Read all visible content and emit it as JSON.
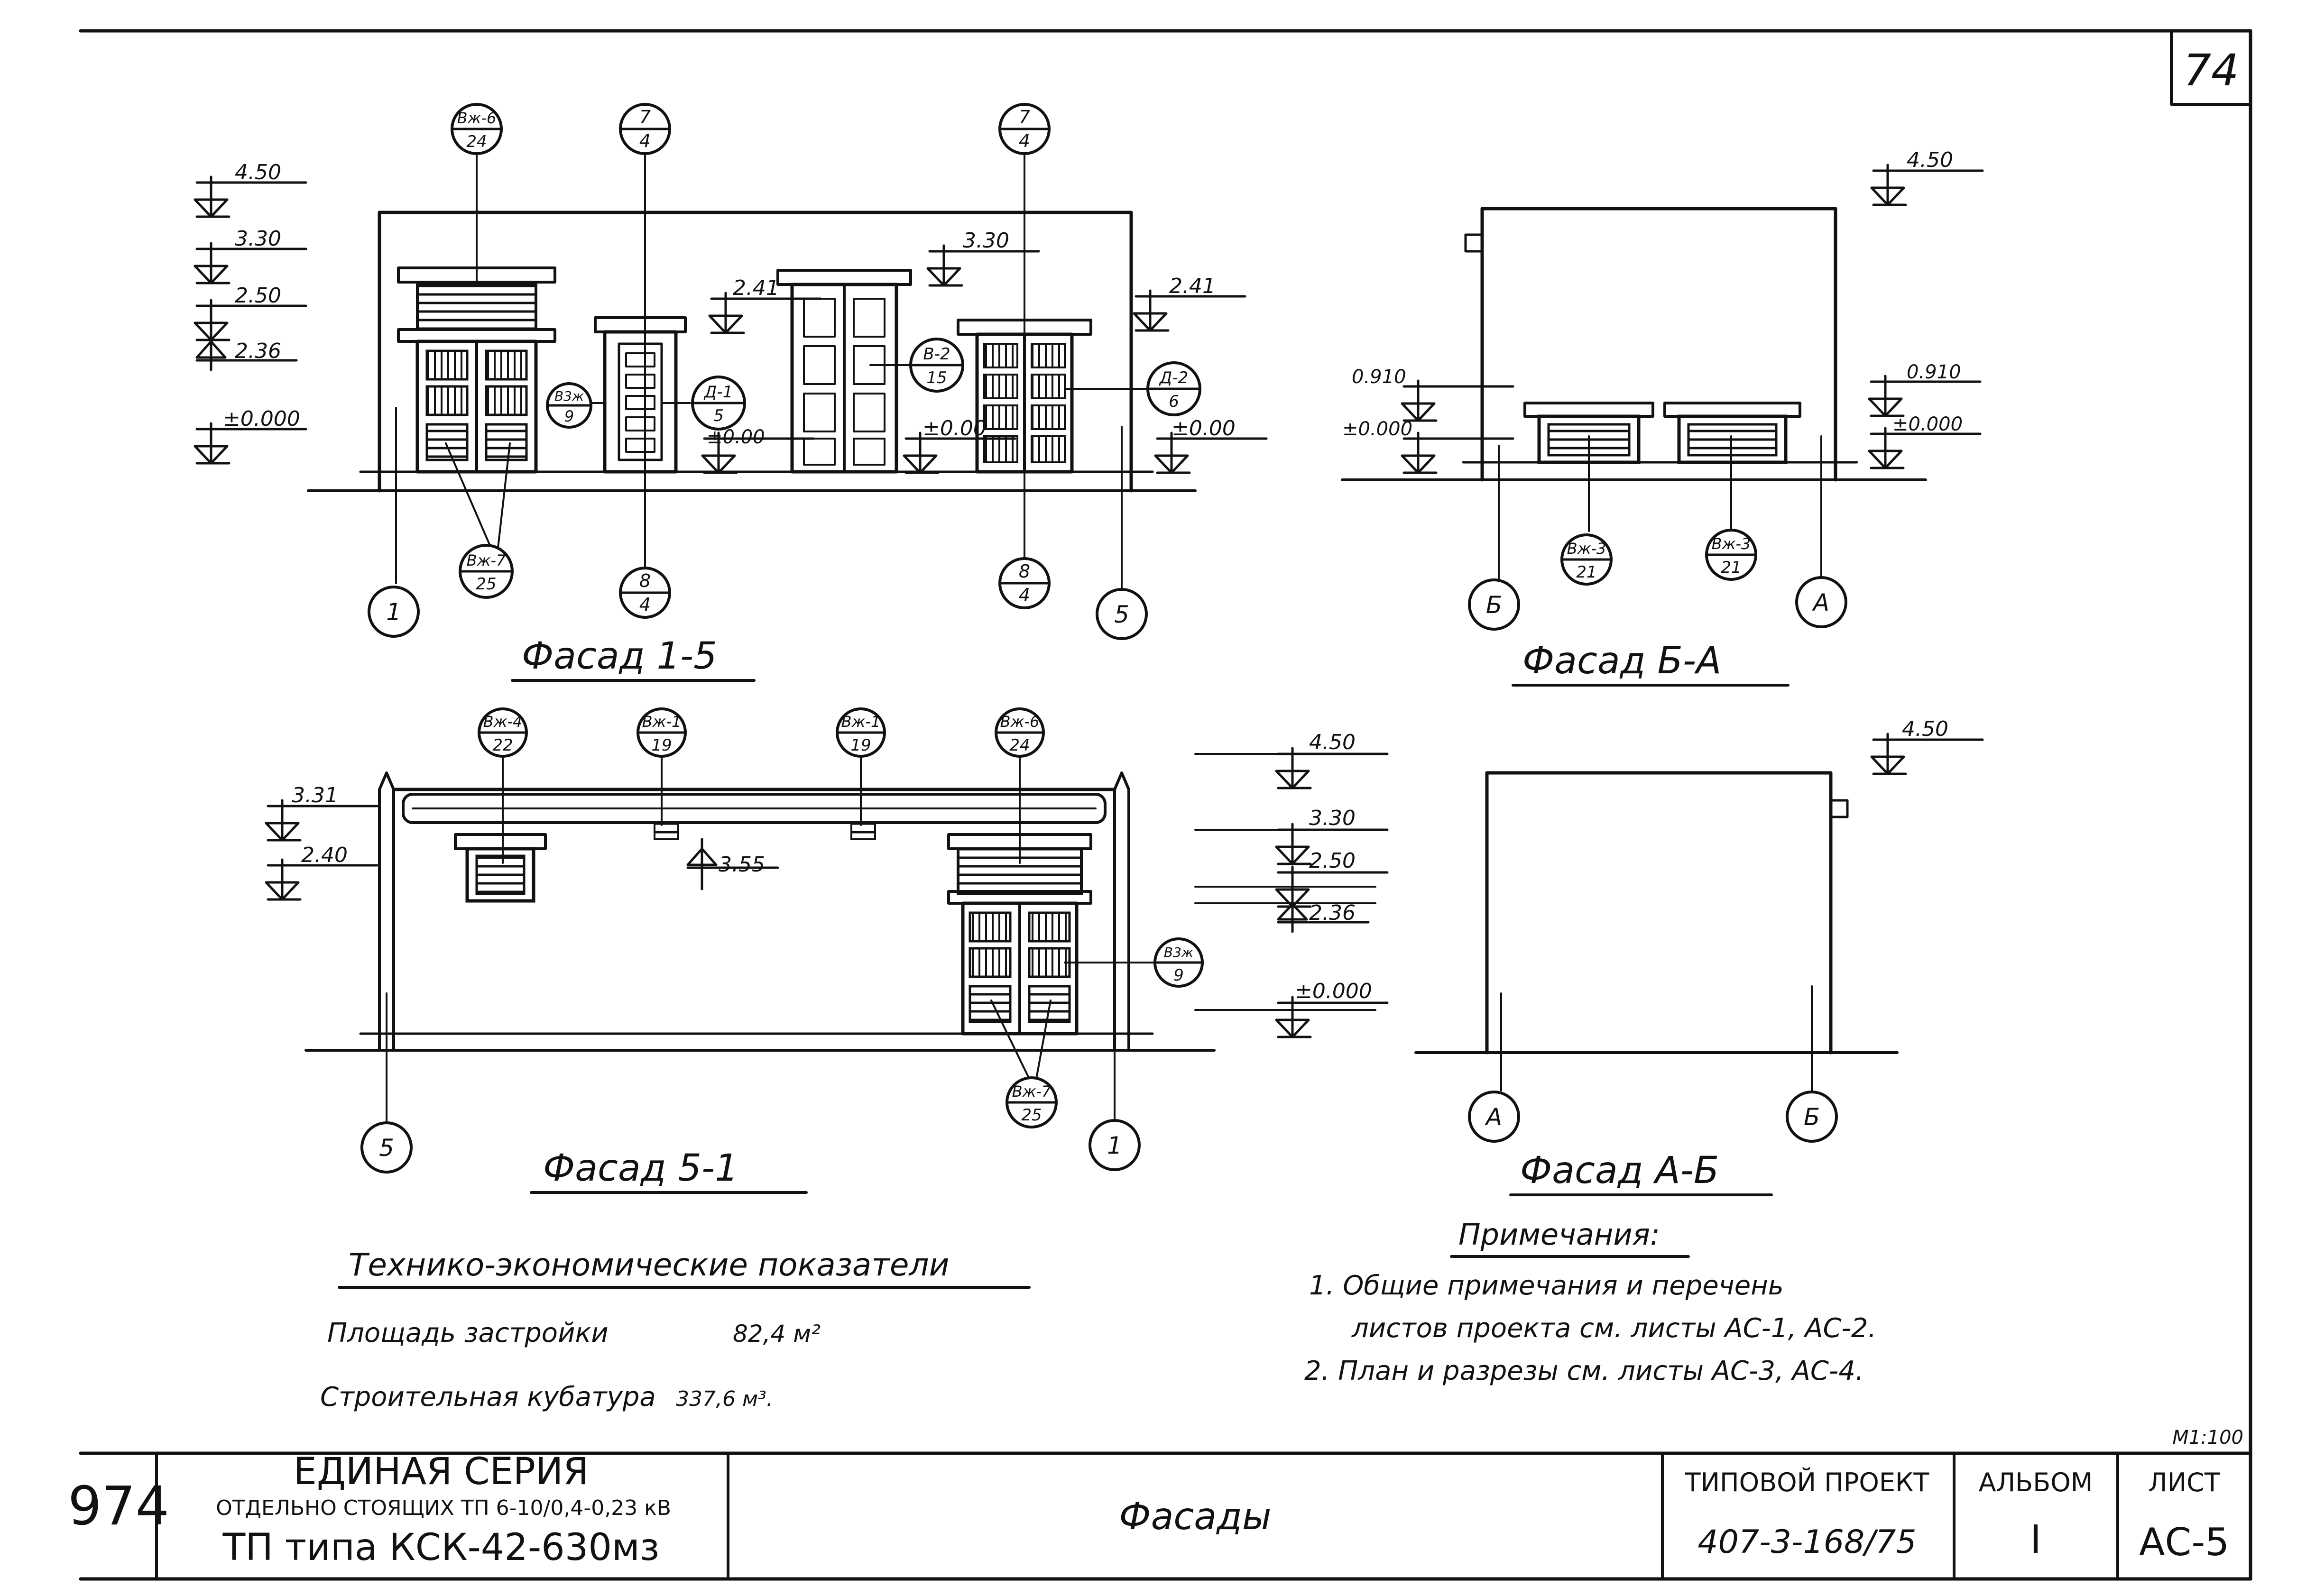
{
  "sheet": {
    "number": "74"
  },
  "title_block": {
    "drawing_no": "974",
    "series_line1": "ЕДИНАЯ СЕРИЯ",
    "series_line2": "ОТДЕЛЬНО СТОЯЩИХ ТП 6-10/0,4-0,23 кВ",
    "series_line3": "ТП типа КСК-42-630мз",
    "sheet_title": "Фасады",
    "project_label": "ТИПОВОЙ ПРОЕКТ",
    "project_no": "407-3-168/75",
    "album_label": "АЛЬБОМ",
    "album_no": "I",
    "list_label": "ЛИСТ",
    "list_no": "АС-5",
    "scale": "М1:100"
  },
  "facades": {
    "f15": {
      "title": "Фасад 1-5",
      "levels": [
        "4.50",
        "3.30",
        "2.50",
        "2.36",
        "±0.000",
        "3.30",
        "2.41",
        "2.41",
        "±0.00",
        "±0.00",
        "±0.00"
      ],
      "callouts": [
        {
          "top": "Вж-6",
          "bottom": "24"
        },
        {
          "top": "7",
          "bottom": "4"
        },
        {
          "top": "7",
          "bottom": "4"
        },
        {
          "top": "В3ж",
          "bottom": "9"
        },
        {
          "top": "Д-1",
          "bottom": "5"
        },
        {
          "top": "В-2",
          "bottom": "15"
        },
        {
          "top": "Д-2",
          "bottom": "6"
        },
        {
          "top": "Вж-7",
          "bottom": "25"
        },
        {
          "top": "8",
          "bottom": "4"
        },
        {
          "top": "8",
          "bottom": "4"
        }
      ],
      "axes": [
        "1",
        "5"
      ]
    },
    "fba": {
      "title": "Фасад Б-А",
      "levels": [
        "4.50",
        "0.910",
        "±0.000",
        "0.910",
        "±0.000"
      ],
      "callouts": [
        {
          "top": "Вж-3",
          "bottom": "21"
        },
        {
          "top": "Вж-3",
          "bottom": "21"
        }
      ],
      "axes": [
        "Б",
        "А"
      ]
    },
    "f51": {
      "title": "Фасад 5-1",
      "levels": [
        "3.31",
        "2.40",
        "3.55",
        "4.50",
        "3.30",
        "2.50",
        "2.36",
        "±0.000"
      ],
      "callouts": [
        {
          "top": "Вж-4",
          "bottom": "22"
        },
        {
          "top": "Вж-1",
          "bottom": "19"
        },
        {
          "top": "Вж-1",
          "bottom": "19"
        },
        {
          "top": "Вж-6",
          "bottom": "24"
        },
        {
          "top": "В3ж",
          "bottom": "9"
        },
        {
          "top": "Вж-7",
          "bottom": "25"
        }
      ],
      "axes": [
        "5",
        "1"
      ]
    },
    "fab": {
      "title": "Фасад А-Б",
      "levels": [
        "4.50"
      ],
      "axes": [
        "А",
        "Б"
      ]
    }
  },
  "indicators": {
    "title": "Технико-экономические показатели",
    "area_label": "Площадь застройки",
    "area_value": "82,4 м²",
    "volume_label": "Строительная кубатура",
    "volume_value": "337,6 м³."
  },
  "notes": {
    "title": "Примечания:",
    "line1": "1. Общие примечания и перечень",
    "line2": "листов проекта см. листы АС-1, АС-2.",
    "line3": "2. План и разрезы см. листы АС-3, АС-4."
  }
}
